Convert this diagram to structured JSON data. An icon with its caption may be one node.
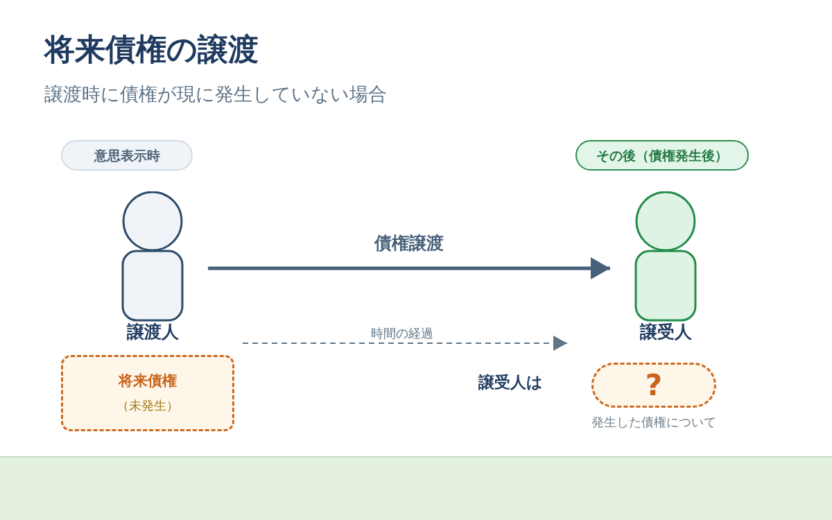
{
  "diagram": {
    "title": "将来債権の譲渡",
    "nodes": [
      {
        "text": [
          "意思表示時"
        ]
      },
      {
        "text": [
          "その後（債権発生後）"
        ]
      },
      {
        "text": [
          "譲渡人"
        ]
      },
      {
        "text": [
          "譲受人"
        ]
      },
      {
        "text": [
          "将来債権",
          "（未発生）"
        ]
      },
      {
        "text": [
          "?"
        ],
        "beside": [
          "発生した債権について"
        ]
      }
    ],
    "edges": [
      {
        "from": 2,
        "to": 3,
        "arrow": "to",
        "label": "債権譲渡"
      }
    ],
    "labels": [
      "譲渡時に債権が現に発生していない場合",
      "時間の経過",
      "譲受人は"
    ]
  }
}
